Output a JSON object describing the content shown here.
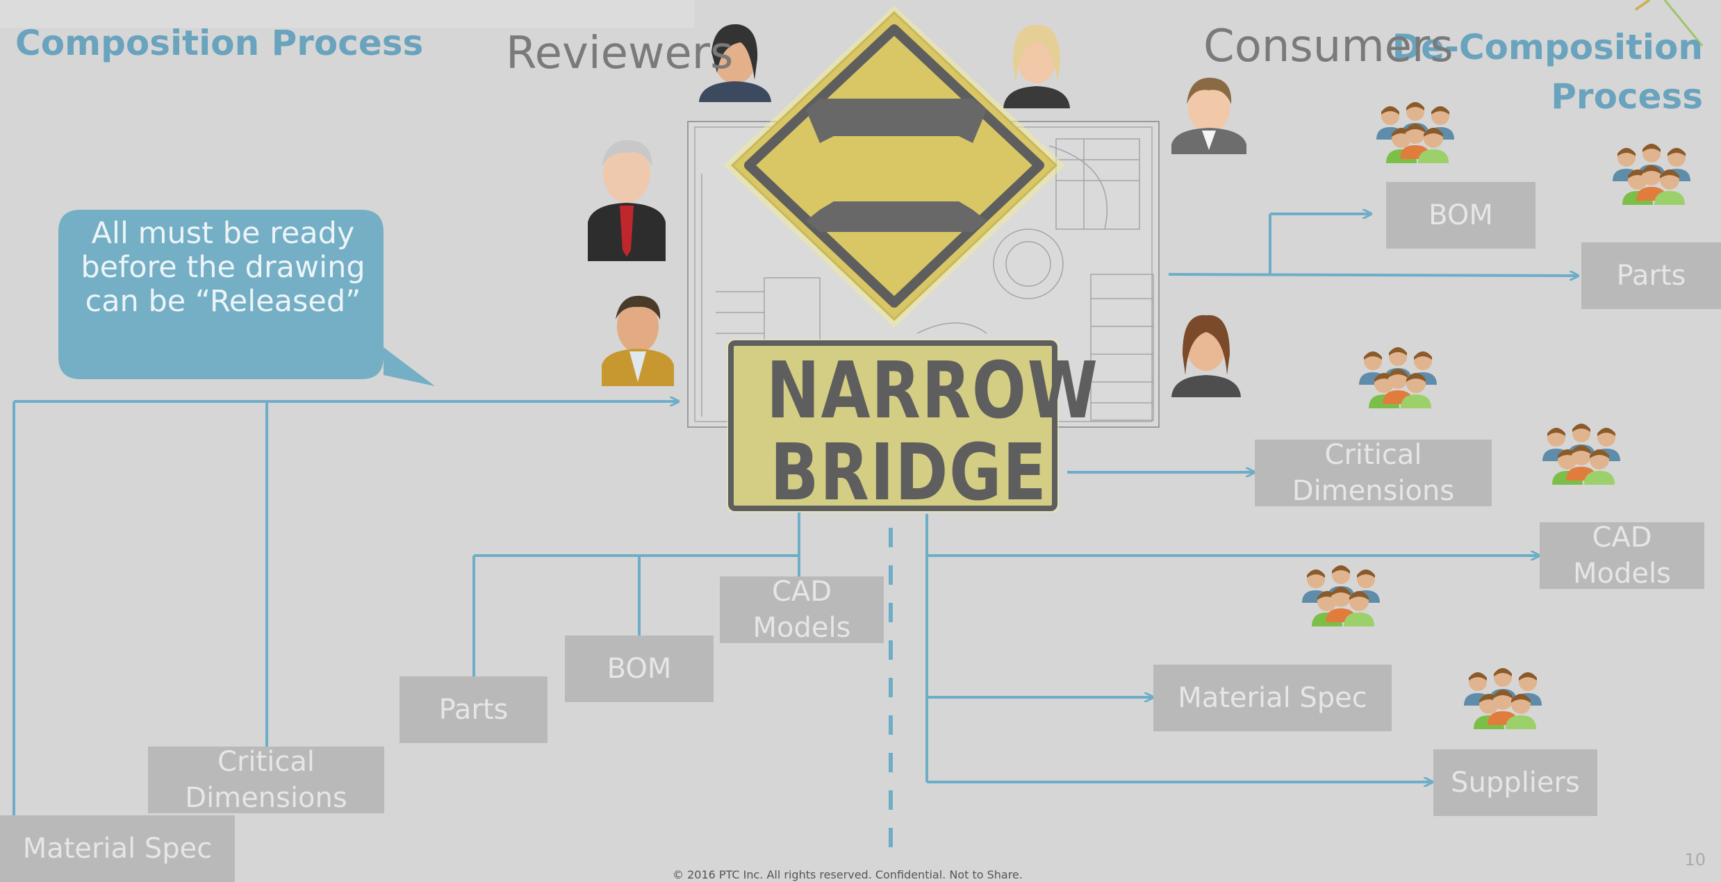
{
  "titles": {
    "composition": "Composition Process",
    "decomposition_line1": "De-Composition",
    "decomposition_line2": "Process"
  },
  "headings": {
    "reviewers": "Reviewers",
    "consumers": "Consumers"
  },
  "callout": {
    "text": "All must be ready before the drawing can be “Released”",
    "color": "#74afc6"
  },
  "sign": {
    "line1": "NARROW",
    "line2": "BRIDGE",
    "color": "#d4c567",
    "diamond_color": "#d9c765"
  },
  "composition_items": {
    "material_spec": "Material Spec",
    "critical_dimensions": "Critical Dimensions",
    "parts": "Parts",
    "bom": "BOM",
    "cad_models": "CAD Models"
  },
  "decomposition_items": {
    "bom": "BOM",
    "parts": "Parts",
    "critical_dimensions": "Critical Dimensions",
    "cad_models": "CAD Models",
    "material_spec": "Material Spec",
    "suppliers": "Suppliers"
  },
  "footer": {
    "copyright": "© 2016 PTC Inc. All rights reserved. Confidential. Not to Share.",
    "page_number": "10"
  },
  "colors": {
    "background": "#d6d6d6",
    "arrow": "#6eadc7",
    "box": "#b9b9b9",
    "title": "#6aa3bd"
  },
  "icons": {
    "reviewers": [
      "businesswoman-icon",
      "businesswoman-blonde-icon",
      "businessman-grey-icon",
      "businessman-icon"
    ],
    "consumers": [
      "businessman-consumer-icon",
      "businesswoman-consumer-icon"
    ],
    "groups": [
      "people-group-icon"
    ]
  }
}
